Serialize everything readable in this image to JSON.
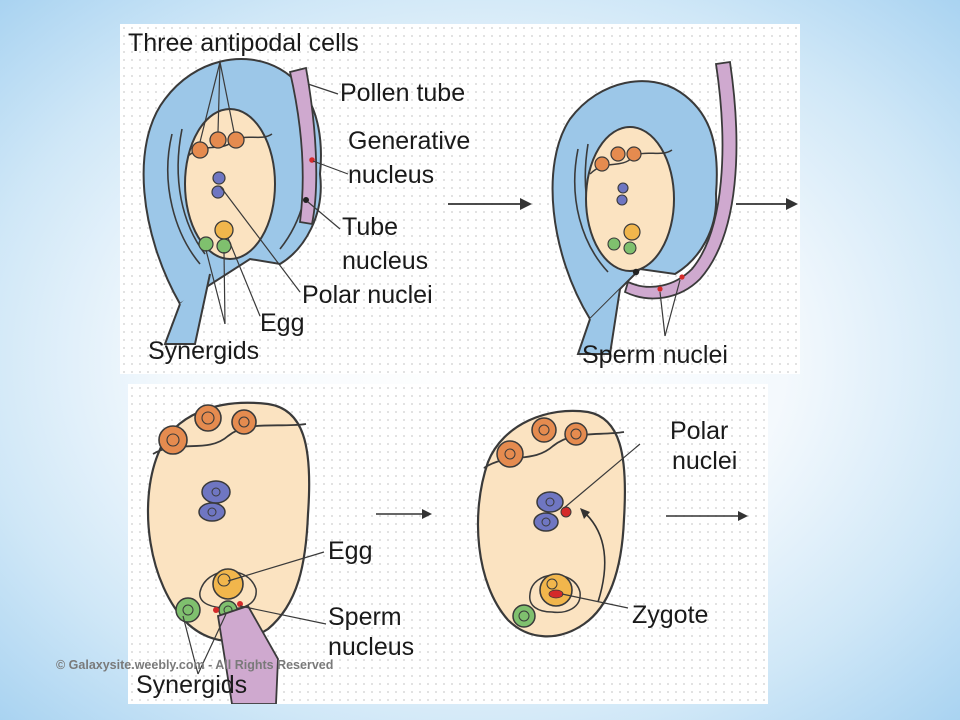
{
  "top_panel": {
    "labels": {
      "antipodal": "Three antipodal cells",
      "pollen_tube": "Pollen tube",
      "generative_1": "Generative",
      "generative_2": "nucleus",
      "tube_1": "Tube",
      "tube_2": "nucleus",
      "polar": "Polar nuclei",
      "egg": "Egg",
      "synergids": "Synergids",
      "sperm": "Sperm nuclei"
    }
  },
  "bottom_panel": {
    "labels": {
      "egg": "Egg",
      "sperm_1": "Sperm",
      "sperm_2": "nucleus",
      "synergids": "Synergids",
      "polar_1": "Polar",
      "polar_2": "nuclei",
      "zygote": "Zygote"
    }
  },
  "copyright": "© Galaxysite.weebly.com - All Rights Reserved",
  "colors": {
    "integument": "#9cc7e8",
    "embryo_sac": "#fbe3c1",
    "antipodal": "#e58b4f",
    "polar": "#6f76c2",
    "egg": "#f1b64c",
    "synergid": "#7fc06e",
    "pollen_tube": "#cfa9cf",
    "sperm": "#d42a2a"
  }
}
